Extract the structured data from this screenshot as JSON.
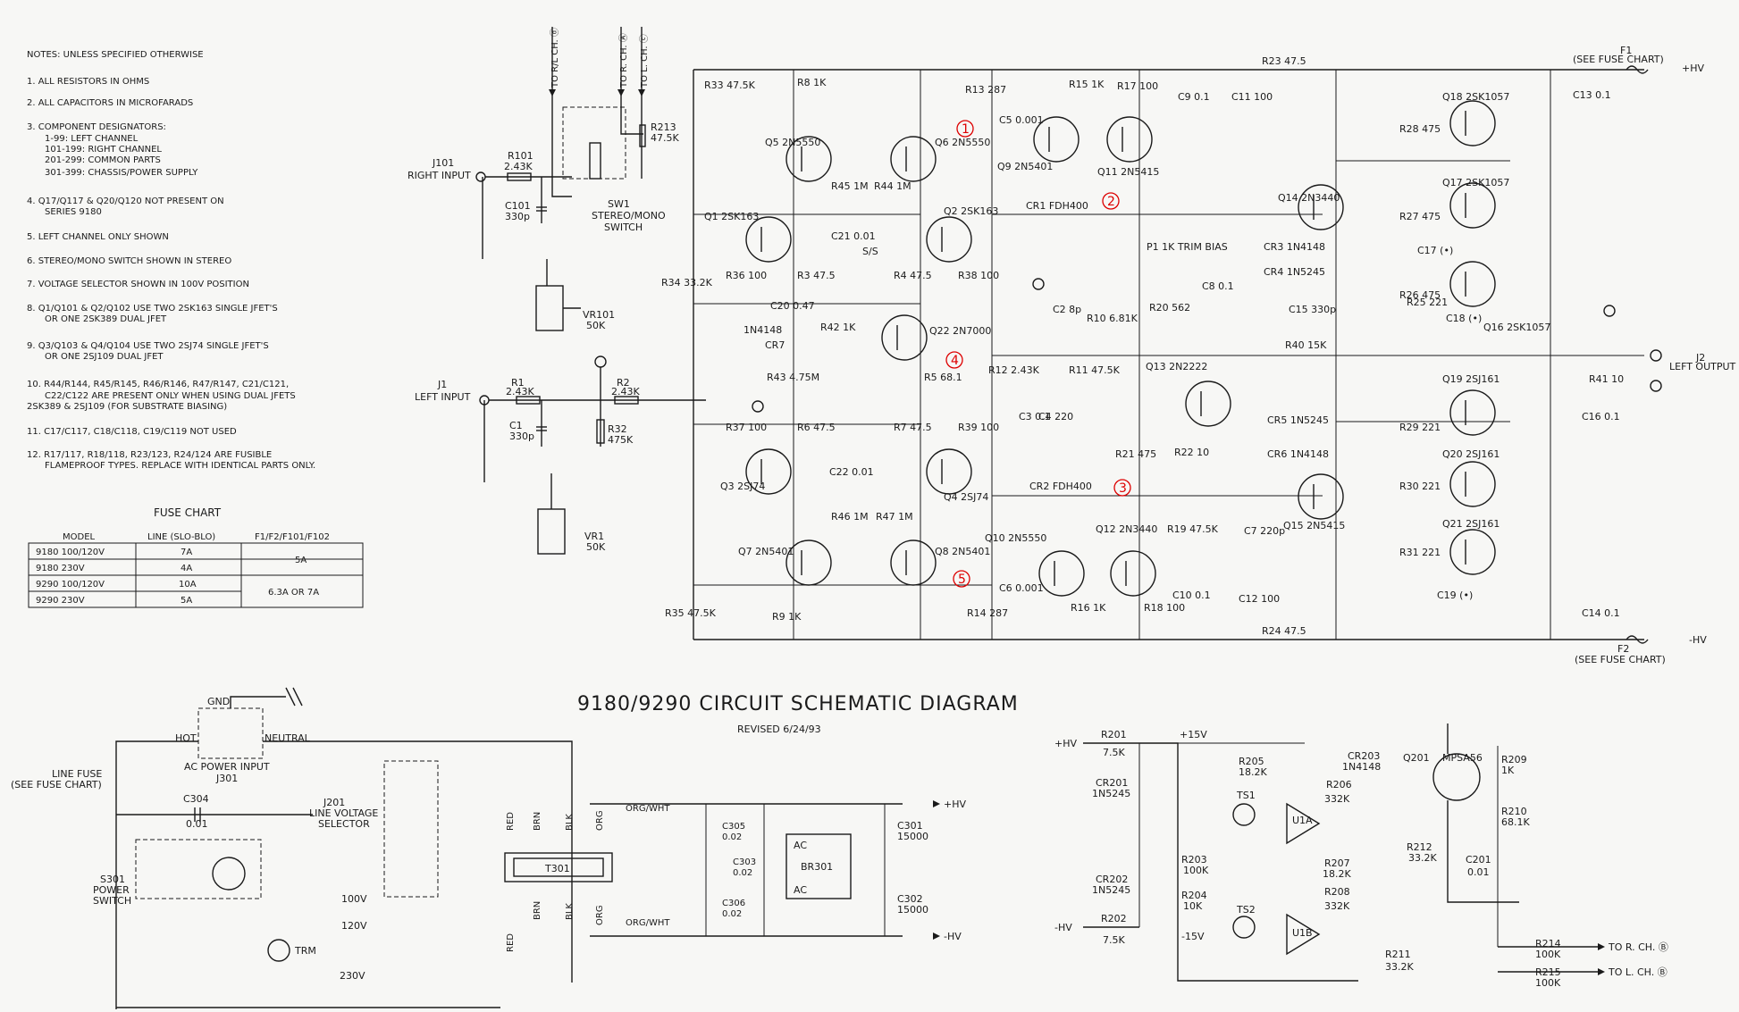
{
  "title": "9180/9290 CIRCUIT SCHEMATIC DIAGRAM",
  "revised": "REVISED 6/24/93",
  "notes": {
    "heading": "NOTES: UNLESS SPECIFIED OTHERWISE",
    "lines": [
      "1. ALL RESISTORS IN OHMS",
      "2. ALL CAPACITORS IN MICROFARADS",
      "3. COMPONENT DESIGNATORS:",
      "1-99: LEFT CHANNEL",
      "101-199: RIGHT CHANNEL",
      "201-299: COMMON PARTS",
      "301-399: CHASSIS/POWER SUPPLY",
      "4. Q17/Q117 & Q20/Q120 NOT PRESENT ON",
      "SERIES 9180",
      "5. LEFT CHANNEL ONLY SHOWN",
      "6. STEREO/MONO SWITCH SHOWN IN STEREO",
      "7. VOLTAGE SELECTOR SHOWN IN 100V POSITION",
      "8. Q1/Q101 & Q2/Q102 USE TWO 2SK163 SINGLE JFET'S",
      "OR ONE 2SK389 DUAL JFET",
      "9. Q3/Q103 & Q4/Q104 USE TWO 2SJ74 SINGLE JFET'S",
      "OR ONE 2SJ109 DUAL JFET",
      "10. R44/R144, R45/R145, R46/R146, R47/R147, C21/C121,",
      "C22/C122 ARE PRESENT ONLY WHEN USING DUAL JFETS",
      "2SK389 & 2SJ109 (FOR SUBSTRATE BIASING)",
      "11. C17/C117, C18/C118, C19/C119 NOT USED",
      "12. R17/117, R18/118, R23/123, R24/124 ARE FUSIBLE",
      "FLAMEPROOF TYPES. REPLACE WITH IDENTICAL PARTS ONLY."
    ]
  },
  "fuse_chart": {
    "title": "FUSE CHART",
    "headers": [
      "MODEL",
      "LINE (SLO-BLO)",
      "F1/F2/F101/F102"
    ],
    "rows": [
      [
        "9180 100/120V",
        "7A"
      ],
      [
        "9180 230V",
        "4A"
      ],
      [
        "9290 100/120V",
        "10A"
      ],
      [
        "9290 230V",
        "5A"
      ]
    ],
    "merged": [
      "5A",
      "6.3A OR 7A"
    ]
  },
  "inputs": {
    "j101": "J101",
    "right_input": "RIGHT INPUT",
    "j1": "J1",
    "left_input": "LEFT INPUT",
    "to_rl_ch_d": "TO R/L CH. ⓓ",
    "to_r_ch_a": "TO R. CH. Ⓐ",
    "to_l_ch_c": "TO L. CH. ⓒ",
    "sw1": "SW1",
    "sw1_desc1": "STEREO/MONO",
    "sw1_desc2": "SWITCH",
    "r213": "R213",
    "r213v": "47.5K",
    "r101": "R101",
    "r101v": "2.43K",
    "c101": "C101",
    "c101v": "330p",
    "vr101": "VR101",
    "vr101v": "50K",
    "r1": "R1",
    "r1v": "2.43K",
    "c1": "C1",
    "c1v": "330p",
    "r2": "R2",
    "r2v": "2.43K",
    "r32": "R32",
    "r32v": "475K",
    "vr1": "VR1",
    "vr1v": "50K"
  },
  "amp_labels": [
    "R33 47.5K",
    "R8 1K",
    "Q5 2N5550",
    "Q6 2N5550",
    "R45 1M",
    "R44 1M",
    "C21 0.01",
    "S/S",
    "Q1 2SK163",
    "Q2 2SK163",
    "R34 33.2K",
    "R36 100",
    "R3 47.5",
    "R4 47.5",
    "R38 100",
    "C20 0.47",
    "1N4148",
    "CR7",
    "R42 1K",
    "Q22 2N7000",
    "R43 4.75M",
    "R5 68.1",
    "R37 100",
    "R6 47.5",
    "R7 47.5",
    "R39 100",
    "Q3 2SJ74",
    "Q4 2SJ74",
    "C22 0.01",
    "R46 1M",
    "R47 1M",
    "Q7 2N5401",
    "Q8 2N5401",
    "R35 47.5K",
    "R9 1K",
    "R13 287",
    "C5 0.001",
    "R15 1K",
    "Q9 2N5401",
    "R17 100",
    "Q11 2N5415",
    "CR1 FDH400",
    "C9 0.1",
    "C11 100",
    "R23 47.5",
    "P1 1K TRIM BIAS",
    "C8 0.1",
    "R20 562",
    "CR3 1N4148",
    "CR4 1N5245",
    "Q14 2N3440",
    "C2 8p",
    "R10 6.81K",
    "C15 330p",
    "R40 15K",
    "R25 221",
    "R12 2.43K",
    "R11 47.5K",
    "Q13 2N2222",
    "C3 0.1",
    "C4 220",
    "R21 475",
    "R22 10",
    "CR5 1N5245",
    "CR6 1N4148",
    "Q15 2N5415",
    "CR2 FDH400",
    "Q10 2N5550",
    "Q12 2N3440",
    "R19 47.5K",
    "C7 220p",
    "C6 0.001",
    "R16 1K",
    "R18 100",
    "C10 0.1",
    "C12 100",
    "R14 287",
    "R24 47.5",
    "Q18 2SK1057",
    "R28 475",
    "Q17 2SK1057",
    "R27 475",
    "C17 (•)",
    "R26 475",
    "C18 (•)",
    "Q16 2SK1057",
    "Q19 2SJ161",
    "R29 221",
    "Q20 2SJ161",
    "R30 221",
    "Q21 2SJ161",
    "R31 221",
    "C19 (•)",
    "F1",
    "(SEE FUSE CHART)",
    "+HV",
    "C13 0.1",
    "J2",
    "LEFT OUTPUT",
    "R41 10",
    "C16 0.1",
    "C14 0.1",
    "F2",
    "(SEE FUSE CHART)",
    "-HV"
  ],
  "power_labels": {
    "gnd": "GND",
    "hot": "HOT",
    "neutral": "NEUTRAL",
    "ac_power": "AC POWER INPUT",
    "j301": "J301",
    "line_fuse": "LINE FUSE",
    "see_fuse": "(SEE FUSE CHART)",
    "c304": "C304",
    "c304v": "0.01",
    "s301": "S301",
    "power": "POWER",
    "switch": "SWITCH",
    "trm": "TRM",
    "j201": "J201",
    "line_voltage": "LINE VOLTAGE",
    "selector": "SELECTOR",
    "v100": "100V",
    "v120": "120V",
    "v230": "230V",
    "t301": "T301",
    "red": "RED",
    "brn": "BRN",
    "blk": "BLK",
    "org": "ORG",
    "orgwht": "ORG/WHT",
    "c305": "C305",
    "c305v": "0.02",
    "c303": "C303",
    "c303v": "0.02",
    "c306": "C306",
    "c306v": "0.02",
    "br301": "BR301",
    "ac": "AC",
    "c301": "C301",
    "c301v": "15000",
    "c302": "C302",
    "c302v": "15000",
    "phv": "+HV",
    "nhv": "-HV"
  },
  "bias_labels": {
    "phv": "+HV",
    "nhv": "-HV",
    "p15": "+15V",
    "n15": "-15V",
    "r201": "R201",
    "r201v": "7.5K",
    "cr201": "CR201",
    "cr201v": "1N5245",
    "cr202": "CR202",
    "cr202v": "1N5245",
    "r202": "R202",
    "r202v": "7.5K",
    "r205": "R205",
    "r205v": "18.2K",
    "cr203": "CR203",
    "cr203v": "1N4148",
    "r206": "R206",
    "r206v": "332K",
    "ts1": "TS1",
    "ts2": "TS2",
    "r203": "R203",
    "r203v": "100K",
    "r204": "R204",
    "r204v": "10K",
    "u1a": "U1A",
    "u1b": "U1B",
    "r207": "R207",
    "r207v": "18.2K",
    "r208": "R208",
    "r208v": "332K",
    "r211": "R211",
    "r211v": "33.2K",
    "q201": "Q201",
    "q201v": "MPSA56",
    "r209": "R209",
    "r209v": "1K",
    "r210": "R210",
    "r210v": "68.1K",
    "r212": "R212",
    "r212v": "33.2K",
    "c201": "C201",
    "c201v": "0.01",
    "r214": "R214",
    "r214v": "100K",
    "r215": "R215",
    "r215v": "100K",
    "to_r_ch_b": "TO R. CH. Ⓑ",
    "to_l_ch_b": "TO L. CH. Ⓑ"
  },
  "annotations": [
    "1",
    "2",
    "3",
    "4",
    "5"
  ],
  "colors": {
    "ink": "#1a1a1a",
    "paper": "#f7f7f5",
    "annotation": "#dd0000"
  }
}
